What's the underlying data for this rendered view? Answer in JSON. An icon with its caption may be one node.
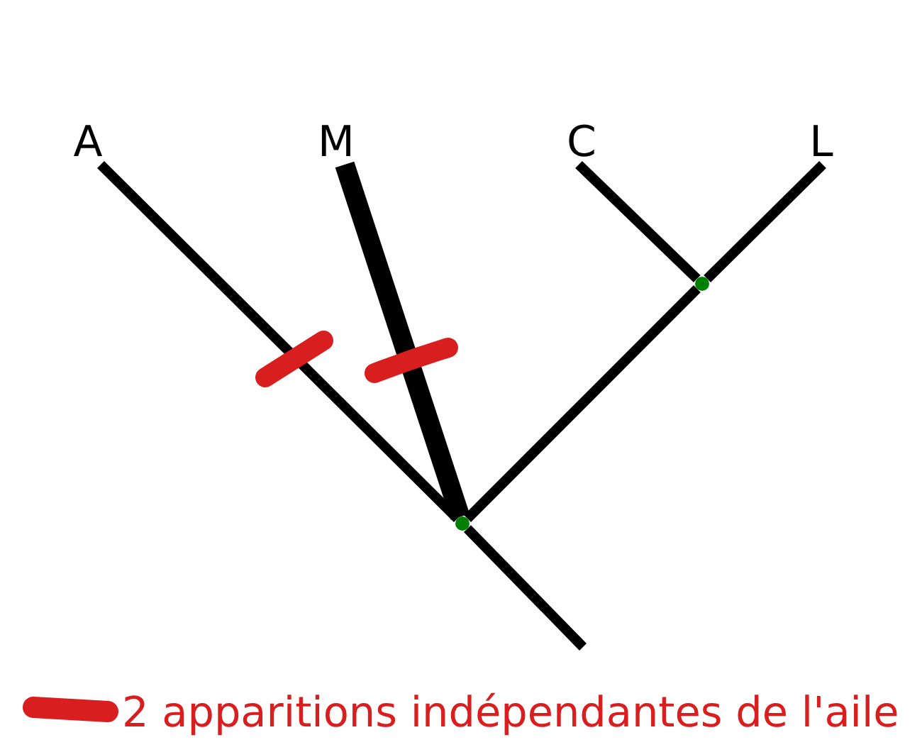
{
  "diagram": {
    "nodes": [
      {
        "text": [
          "A"
        ]
      },
      {
        "text": [
          "M"
        ]
      },
      {
        "text": [
          "C"
        ]
      },
      {
        "text": [
          "L"
        ]
      },
      {
        "text": [],
        "shape": "circle"
      },
      {
        "text": [],
        "shape": "circle"
      }
    ],
    "edges": [
      {
        "from": 0,
        "to": 5,
        "arrow": "none"
      },
      {
        "from": 1,
        "to": 5,
        "arrow": "none",
        "style": "thick"
      },
      {
        "from": 2,
        "to": 4,
        "arrow": "none"
      },
      {
        "from": 3,
        "to": 4,
        "arrow": "none"
      },
      {
        "from": 4,
        "to": 5,
        "arrow": "none"
      },
      {
        "from": 5,
        "to": null,
        "arrow": "none"
      }
    ],
    "legend": [
      {
        "text": "2 apparitions indépendantes de l'aile",
        "color": "#d81e1e"
      }
    ]
  }
}
